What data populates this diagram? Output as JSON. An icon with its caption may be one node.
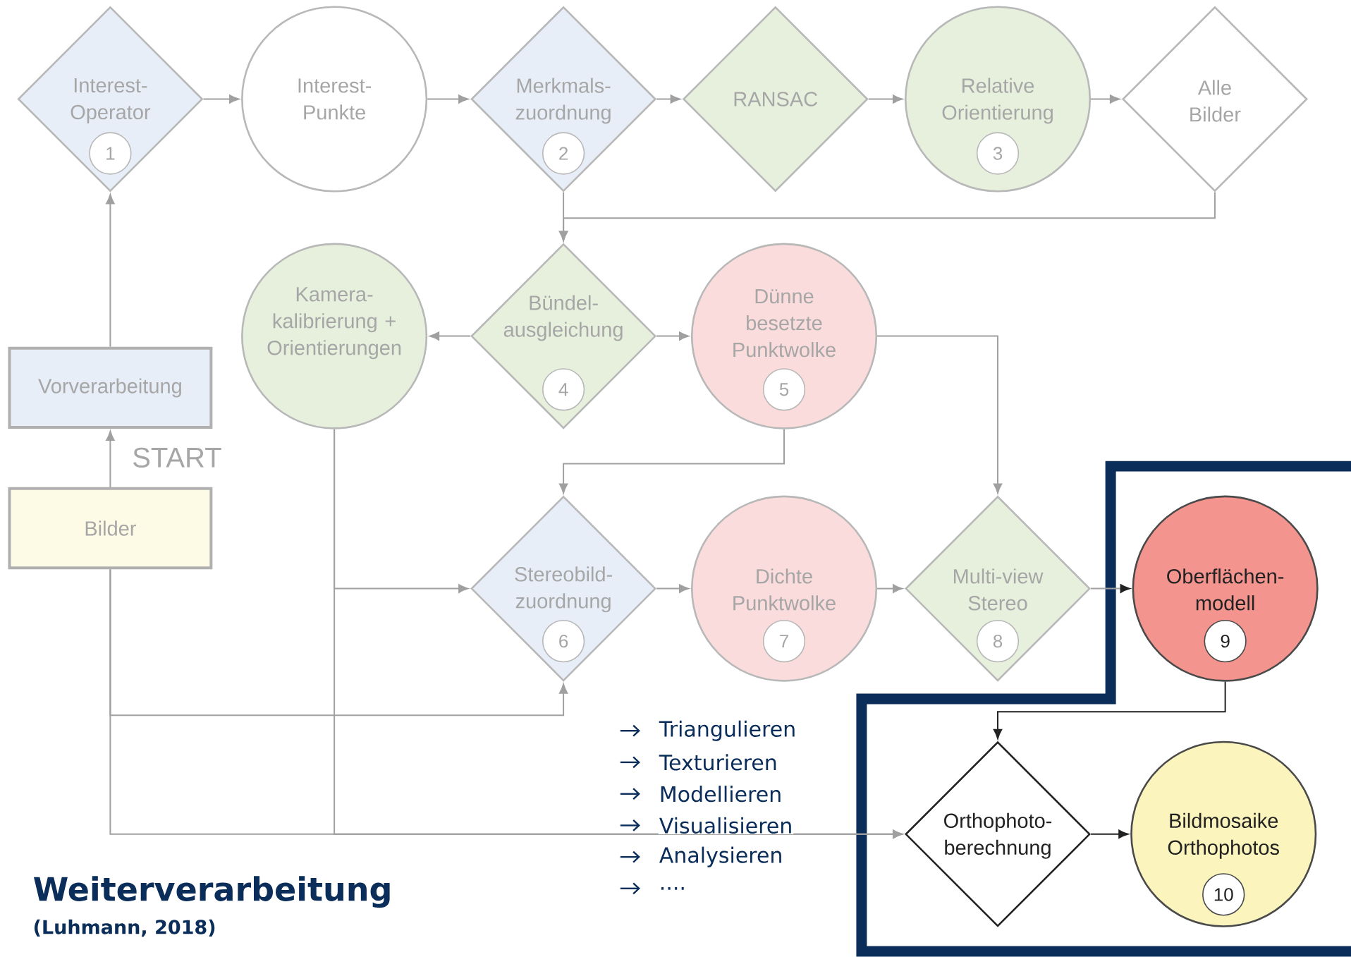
{
  "diagram": {
    "title": "Weiterverarbeitung",
    "caption": "(Luhmann, 2018)",
    "nodes": [
      {
        "text": [
          "Interest- Operator",
          "1"
        ]
      },
      {
        "text": [
          "Interest- Punkte"
        ]
      },
      {
        "text": [
          "Merkmals- zuordnung",
          "2"
        ]
      },
      {
        "text": [
          "RANSAC"
        ]
      },
      {
        "text": [
          "Relative Orientierung",
          "3"
        ]
      },
      {
        "text": [
          "Alle Bilder"
        ]
      },
      {
        "text": [
          "Vorverarbeitung"
        ]
      },
      {
        "text": [
          "Bilder"
        ]
      },
      {
        "text": [
          "Kamera- kalibrierung + Orientierungen"
        ]
      },
      {
        "text": [
          "Bündel- ausgleichung",
          "4"
        ]
      },
      {
        "text": [
          "Dünne besetzte Punktwolke",
          "5"
        ]
      },
      {
        "text": [
          "Stereobild- zuordnung",
          "6"
        ]
      },
      {
        "text": [
          "Dichte Punktwolke",
          "7"
        ]
      },
      {
        "text": [
          "Multi-view Stereo",
          "8"
        ]
      },
      {
        "text": [
          "Oberflächen- modell",
          "9"
        ]
      },
      {
        "text": [
          "Orthophoto- berechnung"
        ]
      },
      {
        "text": [
          "Bildmosaike Orthophotos",
          "10"
        ]
      }
    ],
    "edges": [
      {
        "from": 0,
        "to": 1,
        "arrow": "to"
      },
      {
        "from": 1,
        "to": 2,
        "arrow": "to"
      },
      {
        "from": 2,
        "to": 3,
        "arrow": "to"
      },
      {
        "from": 3,
        "to": 4,
        "arrow": "to"
      },
      {
        "from": 4,
        "to": 5,
        "arrow": "to"
      },
      {
        "from": 7,
        "to": 6,
        "arrow": "to"
      },
      {
        "from": 6,
        "to": 0,
        "arrow": "to"
      },
      {
        "from": 2,
        "to": 9,
        "arrow": "to"
      },
      {
        "from": 5,
        "to": 9,
        "arrow": "to"
      },
      {
        "from": 9,
        "to": 8,
        "arrow": "to"
      },
      {
        "from": 9,
        "to": 10,
        "arrow": "to"
      },
      {
        "from": 10,
        "to": 11,
        "arrow": "to"
      },
      {
        "from": 10,
        "to": 13,
        "arrow": "to"
      },
      {
        "from": 8,
        "to": 11,
        "arrow": "to"
      },
      {
        "from": 8,
        "to": 15,
        "arrow": "to"
      },
      {
        "from": 7,
        "to": 11,
        "arrow": "to"
      },
      {
        "from": 7,
        "to": 15,
        "arrow": "to"
      },
      {
        "from": 11,
        "to": 12,
        "arrow": "to"
      },
      {
        "from": 12,
        "to": 13,
        "arrow": "to"
      },
      {
        "from": 13,
        "to": 14,
        "arrow": "to"
      },
      {
        "from": 14,
        "to": 15,
        "arrow": "to",
        "color": "#222222"
      },
      {
        "from": 15,
        "to": 16,
        "arrow": "to",
        "color": "#222222"
      }
    ],
    "labels": [
      "START",
      "Triangulieren",
      "Texturieren",
      "Modellieren",
      "Visualisieren",
      "Analysieren",
      "...."
    ]
  }
}
